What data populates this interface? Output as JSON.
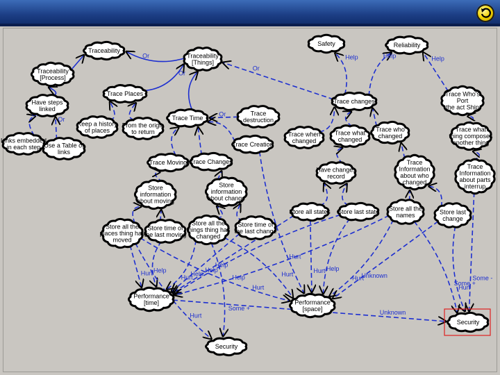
{
  "colors": {
    "background": "#c9c6c1",
    "edge": "#1d2fd0",
    "header": "#1d3f86",
    "highlight": "#e02020"
  },
  "icons": {
    "home": "home-return-icon"
  },
  "nodes": [
    {
      "id": "traceability",
      "lines": [
        "Traceability"
      ]
    },
    {
      "id": "traceability_things",
      "lines": [
        "Traceability",
        "[Things]"
      ]
    },
    {
      "id": "traceability_process",
      "lines": [
        "Traceability",
        "[Process]"
      ]
    },
    {
      "id": "have_steps_linked",
      "lines": [
        "Have steps",
        "linked"
      ]
    },
    {
      "id": "trace_places",
      "lines": [
        "Trace Places"
      ]
    },
    {
      "id": "trace_time",
      "lines": [
        "Trace Time"
      ]
    },
    {
      "id": "trace_destruction",
      "lines": [
        "Trace",
        "destruction"
      ]
    },
    {
      "id": "trace_creation",
      "lines": [
        "Trace Creation"
      ]
    },
    {
      "id": "safety",
      "lines": [
        "Safety"
      ]
    },
    {
      "id": "reliability",
      "lines": [
        "Reliability"
      ]
    },
    {
      "id": "trace_changes_r",
      "lines": [
        "Trace changes"
      ]
    },
    {
      "id": "trace_who_port",
      "lines": [
        "Trace Who's",
        "Port",
        "the act Ship"
      ]
    },
    {
      "id": "links_embedded",
      "lines": [
        "Links embedded",
        "in each step"
      ]
    },
    {
      "id": "use_table_links",
      "lines": [
        "Use a Table of",
        "links"
      ]
    },
    {
      "id": "keep_history_places",
      "lines": [
        "Keep a history",
        "of places"
      ]
    },
    {
      "id": "from_origin",
      "lines": [
        "From the origin",
        "to return"
      ]
    },
    {
      "id": "trace_when_changed",
      "lines": [
        "Trace when",
        "changed"
      ]
    },
    {
      "id": "trace_what_changed",
      "lines": [
        "Trace what",
        "changed"
      ]
    },
    {
      "id": "trace_who_changed",
      "lines": [
        "Trace who",
        "changed"
      ]
    },
    {
      "id": "trace_what_thing",
      "lines": [
        "Trace what",
        "thing composes",
        "another thing"
      ]
    },
    {
      "id": "trace_moving",
      "lines": [
        "Trace Moving"
      ]
    },
    {
      "id": "trace_changes_l",
      "lines": [
        "Trace Changes"
      ]
    },
    {
      "id": "have_changes_record",
      "lines": [
        "Have changes",
        "record"
      ]
    },
    {
      "id": "trace_info_who",
      "lines": [
        "Trace",
        "Information",
        "about who",
        "changed"
      ]
    },
    {
      "id": "trace_info_parts",
      "lines": [
        "Trace",
        "Information",
        "about parts",
        "interrup"
      ]
    },
    {
      "id": "store_info_moving",
      "lines": [
        "Store",
        "information",
        "about moving"
      ]
    },
    {
      "id": "store_info_change",
      "lines": [
        "Store",
        "information",
        "about change"
      ]
    },
    {
      "id": "store_all_states",
      "lines": [
        "Store all states"
      ]
    },
    {
      "id": "store_last_state",
      "lines": [
        "Store last state"
      ]
    },
    {
      "id": "store_names",
      "lines": [
        "Store all the",
        "names"
      ]
    },
    {
      "id": "store_last_change",
      "lines": [
        "Store last",
        "change"
      ]
    },
    {
      "id": "store_all_places_moved",
      "lines": [
        "Store all the",
        "places thing has",
        "moved"
      ]
    },
    {
      "id": "store_time_last_moving",
      "lines": [
        "Store time of",
        "the last moving"
      ]
    },
    {
      "id": "store_all_things_changed",
      "lines": [
        "Store all the",
        "things thing has",
        "changed"
      ]
    },
    {
      "id": "store_time_last_change",
      "lines": [
        "Store time of",
        "the last change"
      ]
    },
    {
      "id": "performance_time",
      "lines": [
        "Performance",
        "[time]"
      ]
    },
    {
      "id": "performance_space",
      "lines": [
        "Performance",
        "[space]"
      ]
    },
    {
      "id": "security_bottom",
      "lines": [
        "Security"
      ]
    },
    {
      "id": "security_right",
      "lines": [
        "Security"
      ]
    }
  ],
  "edges": [
    {
      "from": "traceability_things",
      "to": "traceability",
      "label": "Or"
    },
    {
      "from": "traceability_process",
      "to": "traceability",
      "label": ""
    },
    {
      "from": "trace_places",
      "to": "traceability_things",
      "label": "Or"
    },
    {
      "from": "trace_time",
      "to": "traceability_things",
      "label": ""
    },
    {
      "from": "trace_changes_r",
      "to": "traceability_things",
      "label": "Or"
    },
    {
      "from": "have_steps_linked",
      "to": "traceability_process",
      "label": ""
    },
    {
      "from": "links_embedded",
      "to": "have_steps_linked",
      "label": "Or"
    },
    {
      "from": "use_table_links",
      "to": "have_steps_linked",
      "label": "Or"
    },
    {
      "from": "keep_history_places",
      "to": "trace_places",
      "label": ""
    },
    {
      "from": "from_origin",
      "to": "trace_places",
      "label": ""
    },
    {
      "from": "trace_destruction",
      "to": "trace_time",
      "label": "Or"
    },
    {
      "from": "trace_creation",
      "to": "trace_time",
      "label": ""
    },
    {
      "from": "trace_moving",
      "to": "trace_time",
      "label": ""
    },
    {
      "from": "trace_changes_l",
      "to": "trace_time",
      "label": ""
    },
    {
      "from": "trace_changes_r",
      "to": "safety",
      "label": "Help"
    },
    {
      "from": "trace_changes_r",
      "to": "reliability",
      "label": "Help"
    },
    {
      "from": "trace_who_port",
      "to": "reliability",
      "label": "Help"
    },
    {
      "from": "trace_when_changed",
      "to": "trace_changes_r",
      "label": ""
    },
    {
      "from": "trace_what_changed",
      "to": "trace_changes_r",
      "label": ""
    },
    {
      "from": "trace_who_changed",
      "to": "trace_changes_r",
      "label": ""
    },
    {
      "from": "trace_what_thing",
      "to": "trace_who_port",
      "label": ""
    },
    {
      "from": "have_changes_record",
      "to": "trace_what_changed",
      "label": ""
    },
    {
      "from": "trace_info_who",
      "to": "trace_who_changed",
      "label": ""
    },
    {
      "from": "trace_info_parts",
      "to": "trace_what_thing",
      "label": ""
    },
    {
      "from": "store_info_moving",
      "to": "trace_moving",
      "label": ""
    },
    {
      "from": "store_info_change",
      "to": "trace_changes_l",
      "label": ""
    },
    {
      "from": "store_all_states",
      "to": "have_changes_record",
      "label": ""
    },
    {
      "from": "store_last_state",
      "to": "have_changes_record",
      "label": ""
    },
    {
      "from": "store_names",
      "to": "trace_info_who",
      "label": ""
    },
    {
      "from": "store_last_change",
      "to": "trace_info_who",
      "label": ""
    },
    {
      "from": "store_all_places_moved",
      "to": "store_info_moving",
      "label": ""
    },
    {
      "from": "store_time_last_moving",
      "to": "store_info_moving",
      "label": ""
    },
    {
      "from": "store_all_things_changed",
      "to": "store_info_change",
      "label": ""
    },
    {
      "from": "store_time_last_change",
      "to": "store_info_change",
      "label": ""
    },
    {
      "from": "store_all_places_moved",
      "to": "performance_time",
      "label": "Hurt"
    },
    {
      "from": "store_time_last_moving",
      "to": "performance_time",
      "label": "Help"
    },
    {
      "from": "store_all_things_changed",
      "to": "performance_time",
      "label": "Hurt"
    },
    {
      "from": "store_time_last_change",
      "to": "performance_time",
      "label": "Help"
    },
    {
      "from": "store_all_places_moved",
      "to": "performance_space",
      "label": "Hurt"
    },
    {
      "from": "store_all_things_changed",
      "to": "performance_space",
      "label": "Hurt"
    },
    {
      "from": "store_all_states",
      "to": "performance_space",
      "label": "Hurt"
    },
    {
      "from": "store_last_state",
      "to": "performance_space",
      "label": "Help"
    },
    {
      "from": "store_names",
      "to": "performance_space",
      "label": "Hurt"
    },
    {
      "from": "store_all_states",
      "to": "performance_time",
      "label": "Help"
    },
    {
      "from": "store_last_state",
      "to": "performance_time",
      "label": "Help"
    },
    {
      "from": "store_names",
      "to": "performance_time",
      "label": "Help"
    },
    {
      "from": "store_last_change",
      "to": "performance_space",
      "label": "Unknown"
    },
    {
      "from": "store_last_change",
      "to": "security_right",
      "label": "Hurt"
    },
    {
      "from": "store_names",
      "to": "security_right",
      "label": "Some +"
    },
    {
      "from": "trace_info_parts",
      "to": "security_right",
      "label": "Some -"
    },
    {
      "from": "store_all_places_moved",
      "to": "security_bottom",
      "label": "Hurt"
    },
    {
      "from": "store_all_things_changed",
      "to": "security_bottom",
      "label": "Some +"
    },
    {
      "from": "performance_time",
      "to": "security_right",
      "label": "Unknown"
    },
    {
      "from": "trace_creation",
      "to": "performance_space",
      "label": "Hurt"
    }
  ]
}
